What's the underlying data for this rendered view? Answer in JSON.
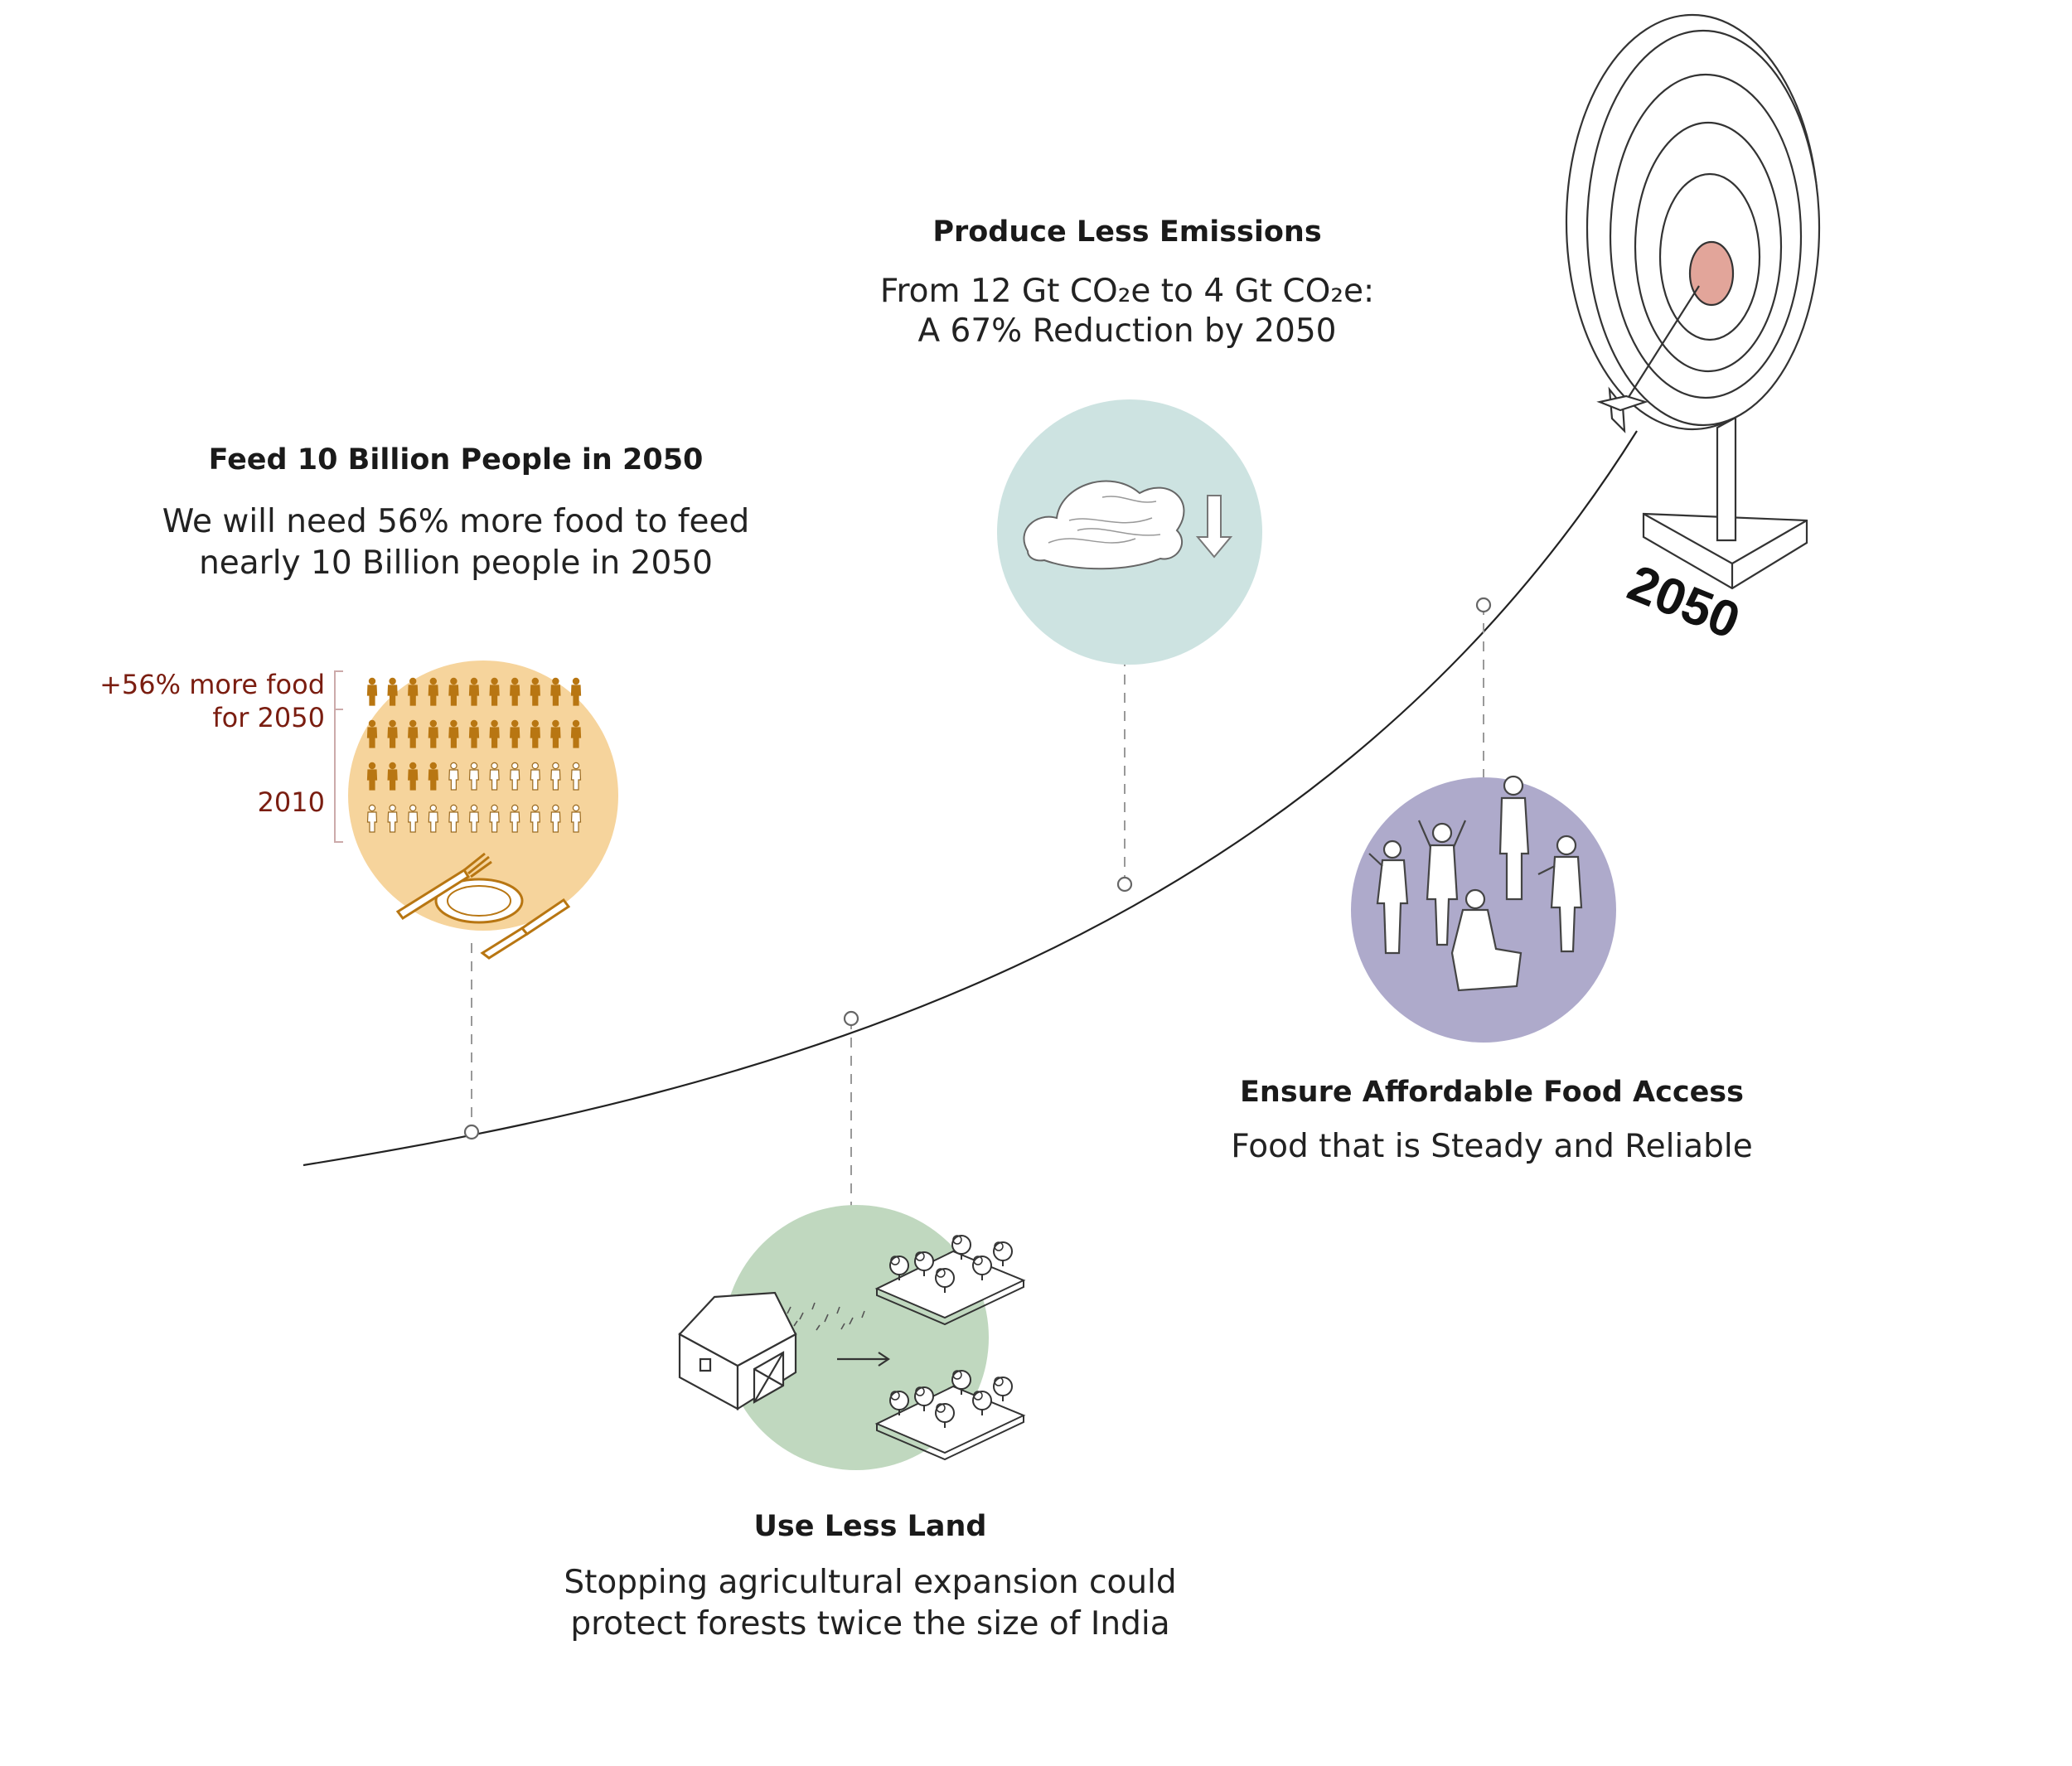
{
  "colors": {
    "feed": "#f6d49c",
    "emissions": "#cde3e1",
    "access": "#aeaacb",
    "land": "#c0d8bf",
    "person_filled": "#b87612",
    "label_red": "#7a1d10",
    "bullseye": "#e2a59a"
  },
  "goals": {
    "feed": {
      "title": "Feed 10 Billion People in 2050",
      "line1": "We will need 56% more food to feed",
      "line2": "nearly 10 Billion people in 2050",
      "icons": [
        "people-icon",
        "plate-icon",
        "fork-icon",
        "knife-icon"
      ]
    },
    "emissions": {
      "title": "Produce Less Emissions",
      "line1": "From 12 Gt CO₂e to 4 Gt CO₂e:",
      "line2": "A 67% Reduction by 2050",
      "icons": [
        "cloud-icon",
        "arrow-down-icon"
      ]
    },
    "access": {
      "title": "Ensure Affordable Food Access",
      "line1": "Food that is Steady and Reliable",
      "icons": [
        "group-of-people-icon"
      ]
    },
    "land": {
      "title": "Use Less Land",
      "line1": "Stopping agricultural expansion could",
      "line2": "protect forests twice the size of India",
      "icons": [
        "barn-icon",
        "arrow-right-icon",
        "forest-icon"
      ]
    }
  },
  "food_chart": {
    "label_more": "+56% more food",
    "label_for": "for 2050",
    "label_2010": "2010",
    "columns": 11,
    "row_filled_counts": [
      11,
      11,
      4,
      0
    ]
  },
  "target": {
    "year": "2050",
    "icons": [
      "target-icon",
      "arrow-icon"
    ]
  }
}
